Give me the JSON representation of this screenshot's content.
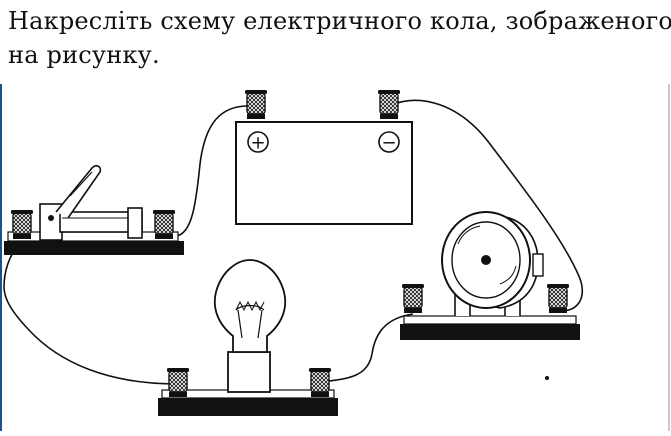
{
  "prompt": {
    "line1": "Накресліть схему електричного кола, зображеного",
    "line2": "на рисунку."
  },
  "diagram": {
    "components": [
      {
        "name": "switch",
        "icon": "knife-switch-icon"
      },
      {
        "name": "battery",
        "icon": "battery-icon",
        "plus_symbol": "+",
        "minus_symbol": "−"
      },
      {
        "name": "motor",
        "icon": "electric-motor-icon"
      },
      {
        "name": "lamp",
        "icon": "light-bulb-icon"
      }
    ],
    "colors": {
      "ink": "#111111",
      "frame_left": "#1f4f8f",
      "frame_right": "#c9c9c9",
      "paper": "#ffffff"
    }
  }
}
